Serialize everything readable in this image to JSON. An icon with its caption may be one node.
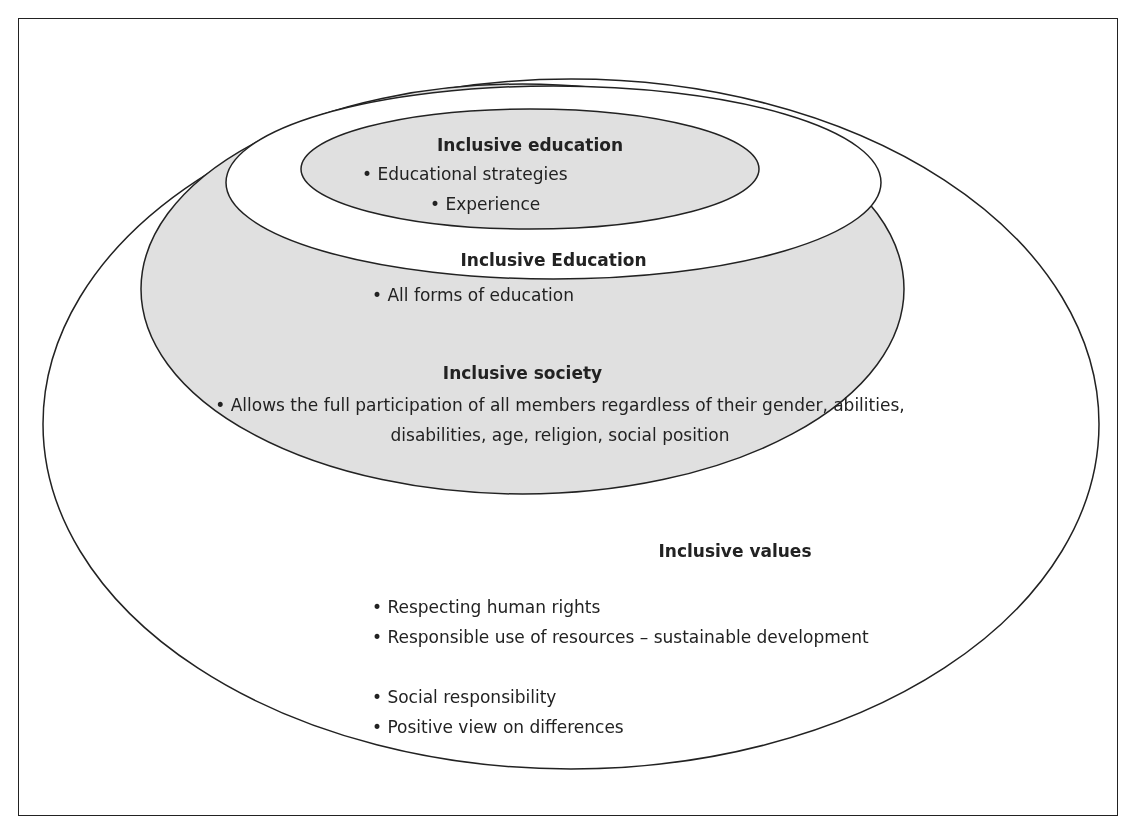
{
  "diagram": {
    "nodes": [
      {
        "text": [
          "Inclusive values",
          "• Respecting human rights",
          "• Responsible use of resources – sustainable development",
          "• Social responsibility",
          "• Positive view on differences"
        ]
      },
      {
        "text": [
          "Inclusive society",
          "• Allows the full participation of all members regardless of their gender, abilities, disabilities, age, religion, social position"
        ],
        "in": 0
      },
      {
        "text": [
          "Inclusive Education",
          "• All forms of education"
        ],
        "in": 1
      },
      {
        "text": [
          "Inclusive education",
          "• Educational strategies",
          "• Experience"
        ],
        "in": 2
      }
    ]
  }
}
